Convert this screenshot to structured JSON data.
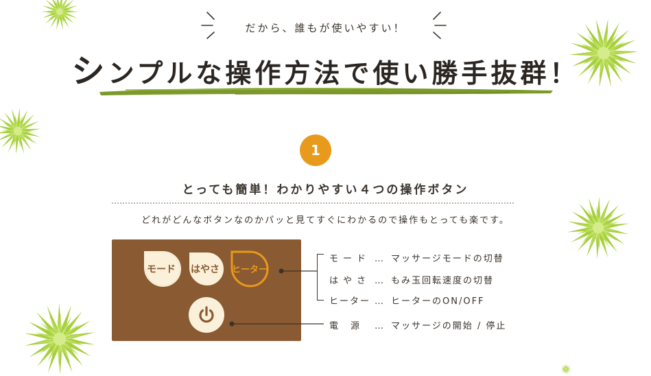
{
  "header": {
    "tagline": "だから、誰もが使いやすい！",
    "title_lead": "シ",
    "title_rest": "ンプルな操作方法で使い勝手抜群！"
  },
  "feature": {
    "number": "1",
    "subtitle": "とっても簡単！わかりやすい４つの操作ボタン",
    "description": "どれがどんなボタンなのかパッと見てすぐにわかるので操作もとっても楽です。"
  },
  "panel": {
    "buttons": [
      {
        "label": "モード",
        "color": "#fbf1da"
      },
      {
        "label": "はやさ",
        "color": "#fbf1da"
      },
      {
        "label": "ヒーター",
        "color": "#e89a1c"
      }
    ],
    "power_icon": "power-icon"
  },
  "legend": [
    {
      "key": "モード",
      "sep": "…",
      "text": "マッサージモードの切替"
    },
    {
      "key": "はやさ",
      "sep": "…",
      "text": "もみ玉回転速度の切替"
    },
    {
      "key": "ヒーター",
      "sep": "…",
      "text": "ヒーターのON/OFF"
    },
    {
      "key": "電源",
      "sep": "…",
      "text": "マッサージの開始 / 停止"
    }
  ],
  "colors": {
    "accent_orange": "#e89a1c",
    "panel_brown": "#8a5a32",
    "brush_green": "#7c9a2a",
    "flower_green": "#a6cf3e"
  }
}
